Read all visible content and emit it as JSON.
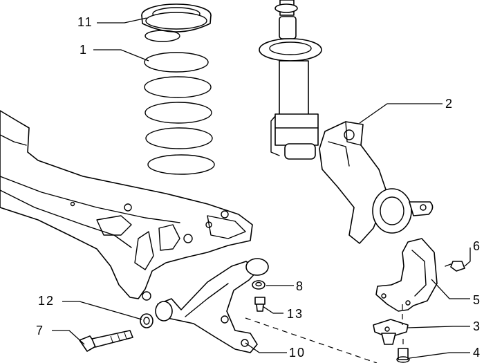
{
  "callouts": {
    "c1": "1",
    "c2": "2",
    "c3": "3",
    "c4": "4",
    "c5": "5",
    "c6": "6",
    "c7": "7",
    "c8": "8",
    "c10": "10",
    "c11": "11",
    "c12": "12",
    "c13": "13"
  }
}
